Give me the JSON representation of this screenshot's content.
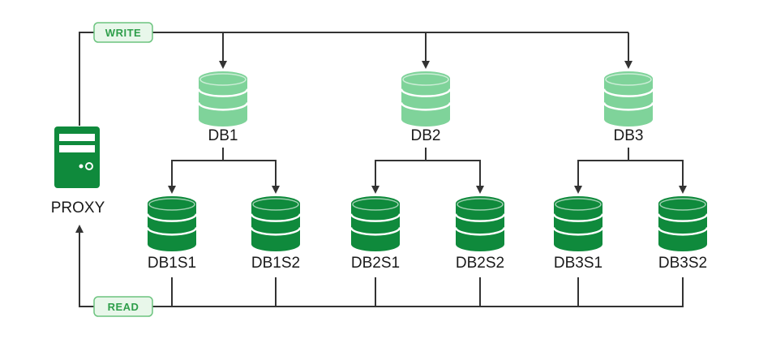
{
  "proxy": {
    "label": "PROXY"
  },
  "tags": {
    "write": "WRITE",
    "read": "READ"
  },
  "masters": [
    {
      "label": "DB1"
    },
    {
      "label": "DB2"
    },
    {
      "label": "DB3"
    }
  ],
  "slaves": [
    {
      "label": "DB1S1"
    },
    {
      "label": "DB1S2"
    },
    {
      "label": "DB2S1"
    },
    {
      "label": "DB2S2"
    },
    {
      "label": "DB3S1"
    },
    {
      "label": "DB3S2"
    }
  ],
  "colors": {
    "master": "#7fd39a",
    "slave": "#0f8a3c",
    "line": "#333333",
    "tag_bg": "#e8f7ea",
    "tag_border": "#6cc47f",
    "tag_text": "#2e9e4a"
  }
}
